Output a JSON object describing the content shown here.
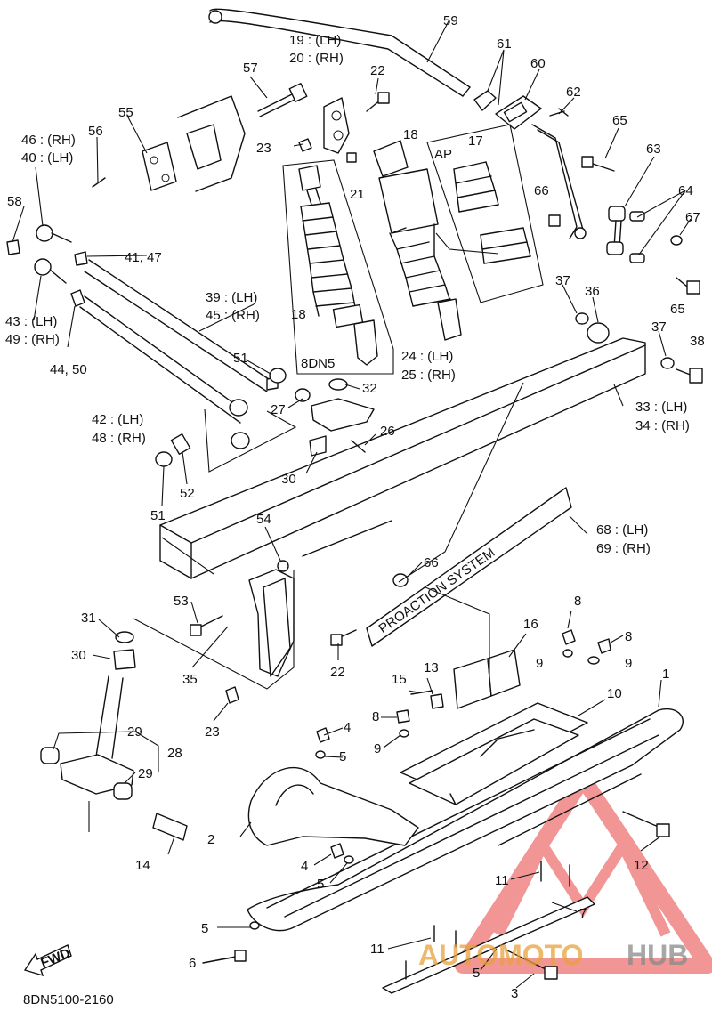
{
  "diagram_code": "8DN5100-2160",
  "fwd_label": "FWD",
  "watermark": {
    "part1": "AUTOMOTO",
    "part2": "HUB",
    "color_red": "#e64040",
    "color_gray": "#9a9a9a"
  },
  "decal_text": "PROACTION SYSTEM",
  "group_labels": {
    "ap": "AP",
    "model": "8DN5"
  },
  "callouts": [
    {
      "id": "c59",
      "text": "59"
    },
    {
      "id": "c61",
      "text": "61"
    },
    {
      "id": "c60",
      "text": "60"
    },
    {
      "id": "c62",
      "text": "62"
    },
    {
      "id": "c57",
      "text": "57"
    },
    {
      "id": "c19",
      "text": "19 : (LH)"
    },
    {
      "id": "c20",
      "text": "20 : (RH)"
    },
    {
      "id": "c22a",
      "text": "22"
    },
    {
      "id": "c55",
      "text": "55"
    },
    {
      "id": "c56",
      "text": "56"
    },
    {
      "id": "c46",
      "text": "46 : (RH)"
    },
    {
      "id": "c40",
      "text": "40 : (LH)"
    },
    {
      "id": "c23a",
      "text": "23"
    },
    {
      "id": "c21",
      "text": "21"
    },
    {
      "id": "c18a",
      "text": "18"
    },
    {
      "id": "c17",
      "text": "17"
    },
    {
      "id": "c65a",
      "text": "65"
    },
    {
      "id": "c63",
      "text": "63"
    },
    {
      "id": "c64",
      "text": "64"
    },
    {
      "id": "c66a",
      "text": "66"
    },
    {
      "id": "c67",
      "text": "67"
    },
    {
      "id": "c58",
      "text": "58"
    },
    {
      "id": "c41",
      "text": "41, 47"
    },
    {
      "id": "c65b",
      "text": "65"
    },
    {
      "id": "c43",
      "text": "43 : (LH)"
    },
    {
      "id": "c49",
      "text": "49 : (RH)"
    },
    {
      "id": "c39",
      "text": "39 : (LH)"
    },
    {
      "id": "c45",
      "text": "45 : (RH)"
    },
    {
      "id": "c18b",
      "text": "18"
    },
    {
      "id": "c37a",
      "text": "37"
    },
    {
      "id": "c36",
      "text": "36"
    },
    {
      "id": "c37b",
      "text": "37"
    },
    {
      "id": "c38",
      "text": "38"
    },
    {
      "id": "c4450",
      "text": "44, 50"
    },
    {
      "id": "c24",
      "text": "24 : (LH)"
    },
    {
      "id": "c25",
      "text": "25 : (RH)"
    },
    {
      "id": "c51a",
      "text": "51"
    },
    {
      "id": "c32",
      "text": "32"
    },
    {
      "id": "c27",
      "text": "27"
    },
    {
      "id": "c33",
      "text": "33 : (LH)"
    },
    {
      "id": "c34",
      "text": "34 : (RH)"
    },
    {
      "id": "c42",
      "text": "42 : (LH)"
    },
    {
      "id": "c48",
      "text": "48 : (RH)"
    },
    {
      "id": "c26",
      "text": "26"
    },
    {
      "id": "c30a",
      "text": "30"
    },
    {
      "id": "c52",
      "text": "52"
    },
    {
      "id": "c51b",
      "text": "51"
    },
    {
      "id": "c54",
      "text": "54"
    },
    {
      "id": "c68",
      "text": "68 : (LH)"
    },
    {
      "id": "c69",
      "text": "69 : (RH)"
    },
    {
      "id": "c66b",
      "text": "66"
    },
    {
      "id": "c53",
      "text": "53"
    },
    {
      "id": "c31",
      "text": "31"
    },
    {
      "id": "c30b",
      "text": "30"
    },
    {
      "id": "c35",
      "text": "35"
    },
    {
      "id": "c22b",
      "text": "22"
    },
    {
      "id": "c16",
      "text": "16"
    },
    {
      "id": "c8a",
      "text": "8"
    },
    {
      "id": "c8b",
      "text": "8"
    },
    {
      "id": "c9a",
      "text": "9"
    },
    {
      "id": "c9b",
      "text": "9"
    },
    {
      "id": "c15",
      "text": "15"
    },
    {
      "id": "c13",
      "text": "13"
    },
    {
      "id": "c1",
      "text": "1"
    },
    {
      "id": "c10",
      "text": "10"
    },
    {
      "id": "c8c",
      "text": "8"
    },
    {
      "id": "c9c",
      "text": "9"
    },
    {
      "id": "c4a",
      "text": "4"
    },
    {
      "id": "c5a",
      "text": "5"
    },
    {
      "id": "c23b",
      "text": "23"
    },
    {
      "id": "c29a",
      "text": "29"
    },
    {
      "id": "c28",
      "text": "28"
    },
    {
      "id": "c29b",
      "text": "29"
    },
    {
      "id": "c2",
      "text": "2"
    },
    {
      "id": "c14",
      "text": "14"
    },
    {
      "id": "c4b",
      "text": "4"
    },
    {
      "id": "c5b",
      "text": "5"
    },
    {
      "id": "c12",
      "text": "12"
    },
    {
      "id": "c11a",
      "text": "11"
    },
    {
      "id": "c7",
      "text": "7"
    },
    {
      "id": "c5c",
      "text": "5"
    },
    {
      "id": "c6",
      "text": "6"
    },
    {
      "id": "c11b",
      "text": "11"
    },
    {
      "id": "c5d",
      "text": "5"
    },
    {
      "id": "c3",
      "text": "3"
    }
  ]
}
